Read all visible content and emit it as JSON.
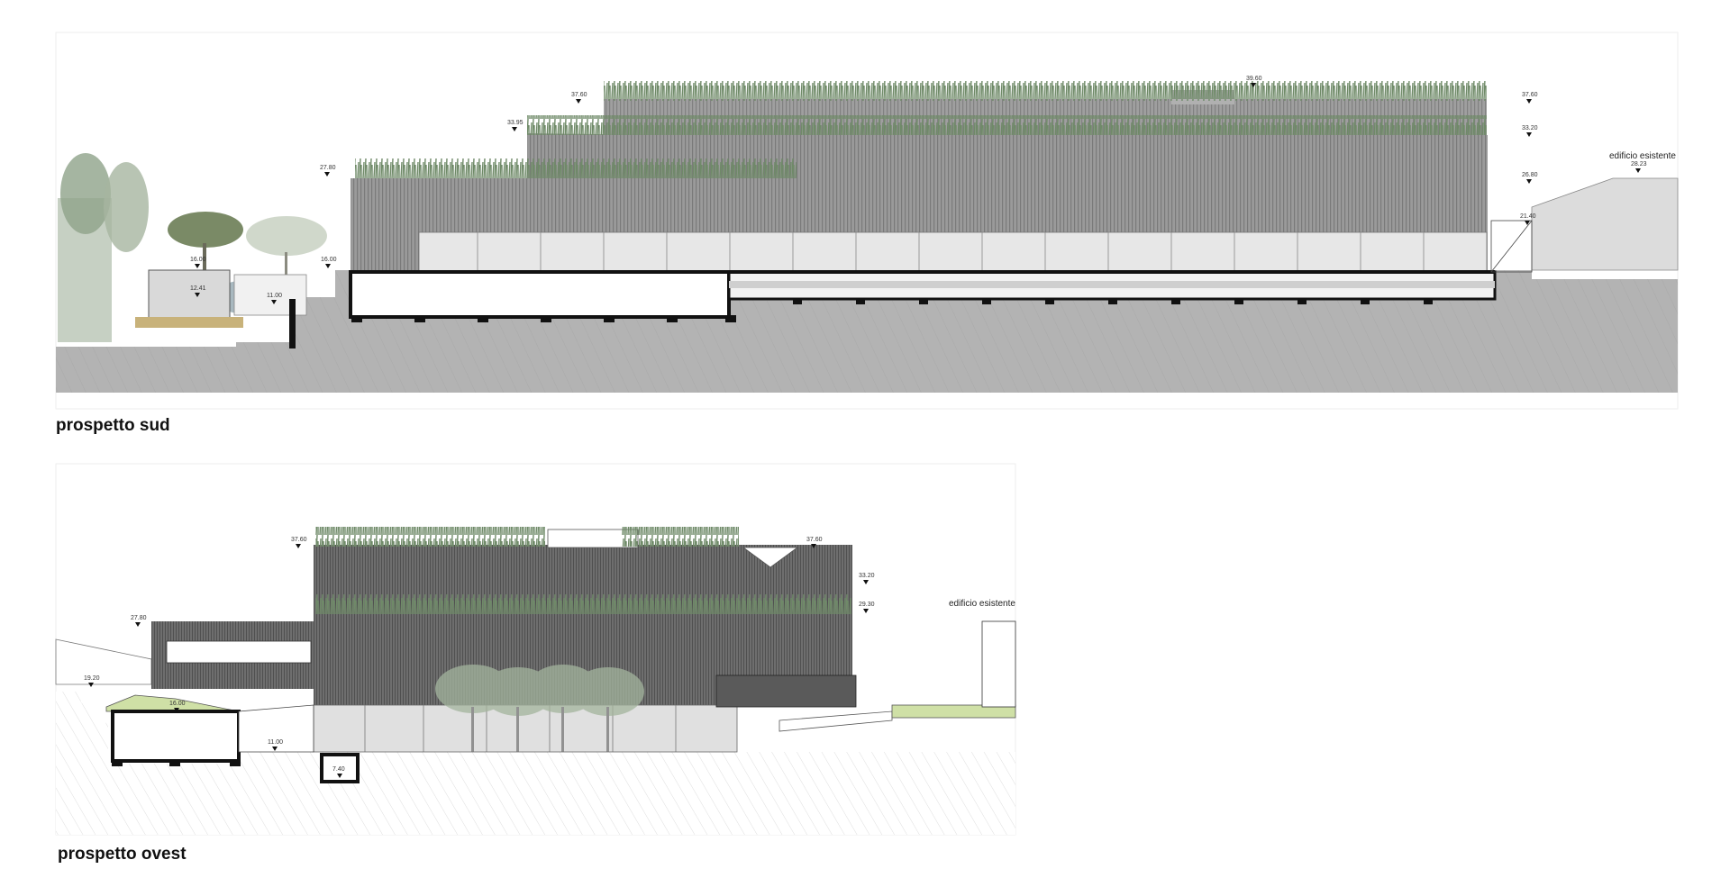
{
  "south": {
    "caption": "prospetto sud",
    "existing_label": "edificio esistente",
    "levels": [
      "39.60",
      "37.60",
      "37.60",
      "33.95",
      "33.20",
      "27.80",
      "26.80",
      "28.23",
      "21.40",
      "16.00",
      "16.00",
      "12.41",
      "11.00"
    ]
  },
  "west": {
    "caption": "prospetto ovest",
    "existing_label": "edificio esistente",
    "levels": [
      "37.60",
      "37.60",
      "33.20",
      "29.30",
      "27.80",
      "19.20",
      "16.00",
      "11.00",
      "7.40"
    ]
  },
  "colors": {
    "ground": "#b5b5b5",
    "facade": "#8f8f8f",
    "facade_light": "#a6a6a6",
    "slab": "#111111",
    "vegetation": "#7c8f74",
    "lawn": "#cfe0a6"
  },
  "icons": [
    "level-marker-icon",
    "tree-icon",
    "vegetation-icon"
  ]
}
